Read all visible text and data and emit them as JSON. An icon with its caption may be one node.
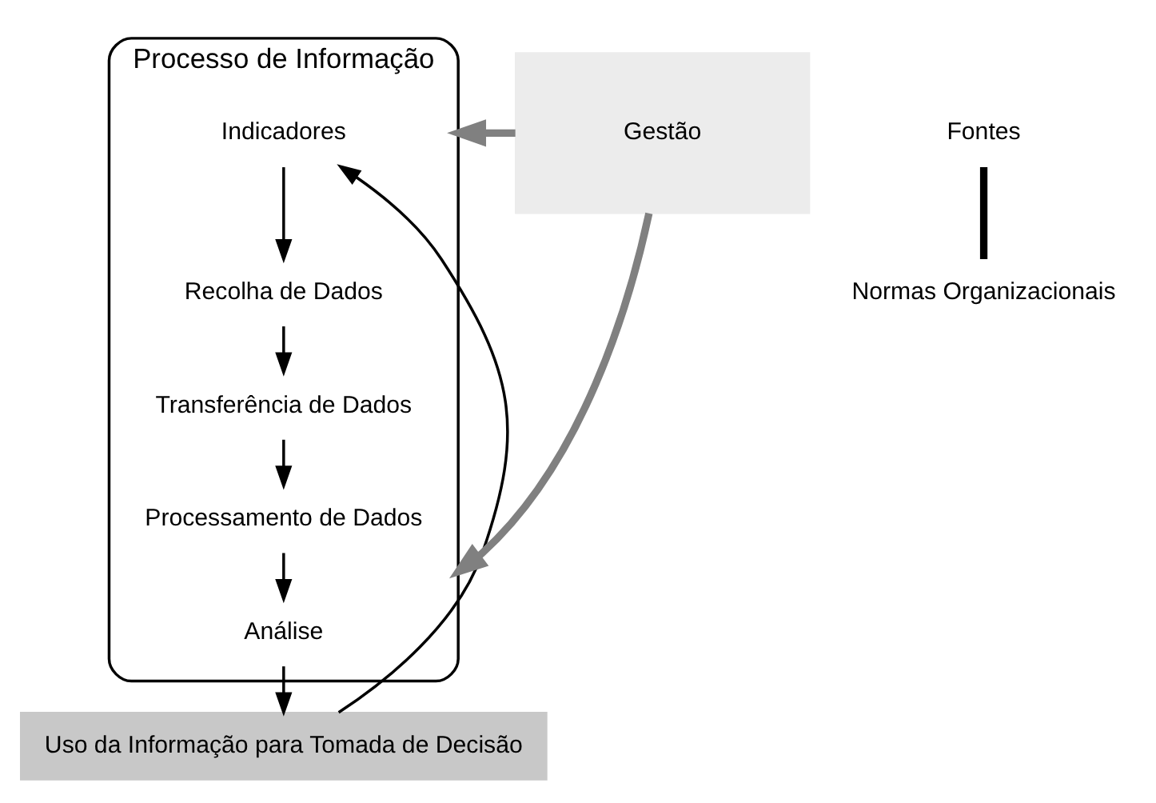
{
  "diagram": {
    "nodes": [
      {
        "text": [
          "Processo de Informação"
        ]
      },
      {
        "text": [
          "Indicadores"
        ],
        "in": 0
      },
      {
        "text": [
          "Recolha de Dados"
        ],
        "in": 0
      },
      {
        "text": [
          "Transferência de Dados"
        ],
        "in": 0
      },
      {
        "text": [
          "Processamento de Dados"
        ],
        "in": 0
      },
      {
        "text": [
          "Análise"
        ],
        "in": 0
      },
      {
        "text": [
          "Uso da Informação para Tomada de Decisão"
        ]
      },
      {
        "text": [
          "Fontes"
        ]
      },
      {
        "text": [
          "Gestão"
        ]
      },
      {
        "text": [
          "Normas Organizacionais"
        ]
      }
    ],
    "edges": [
      {
        "from": 1,
        "to": 2,
        "arrow": "to"
      },
      {
        "from": 2,
        "to": 3,
        "arrow": "to"
      },
      {
        "from": 3,
        "to": 4,
        "arrow": "to"
      },
      {
        "from": 4,
        "to": 5,
        "arrow": "to"
      },
      {
        "from": 5,
        "to": 6,
        "arrow": "to"
      },
      {
        "from": 6,
        "to": 1,
        "arrow": "to"
      },
      {
        "from": 8,
        "to": 0,
        "arrow": "to",
        "style": "thick",
        "color": "#808080"
      },
      {
        "from": 8,
        "to": 0,
        "arrow": "to",
        "style": "thick",
        "color": "#808080"
      },
      {
        "from": 7,
        "to": 9,
        "arrow": "none",
        "style": "thick"
      }
    ]
  }
}
